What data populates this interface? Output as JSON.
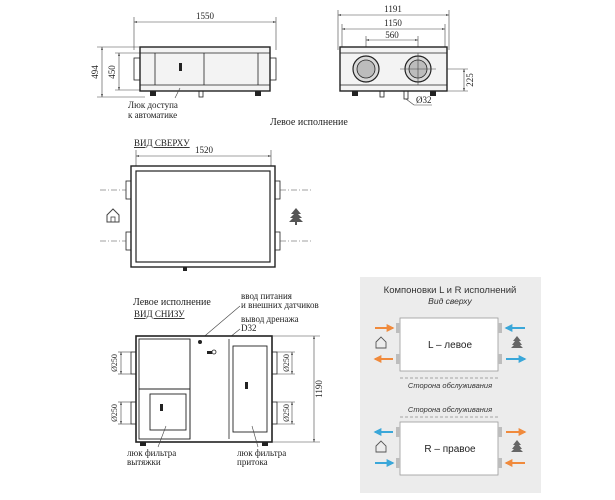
{
  "front": {
    "width": "1550",
    "height_total": "494",
    "height_body": "450",
    "hatch_label_l1": "Люк доступа",
    "hatch_label_l2": "к автоматике"
  },
  "side": {
    "width_total": "1191",
    "width_body": "1150",
    "spigot_span": "560",
    "spigot_height": "225",
    "drain_diameter": "Ø32"
  },
  "caption_left_variant_1": "Левое исполнение",
  "top_view": {
    "title": "ВИД СВЕРХУ",
    "width": "1520"
  },
  "bottom_view": {
    "variant": "Левое исполнение",
    "title": "ВИД СНИЗУ",
    "power_label_l1": "ввод питания",
    "power_label_l2": "и внешних датчиков",
    "drain_label_l1": "вывод дренажа",
    "drain_label_l2": "D32",
    "dia_top_left": "Ø250",
    "dia_bottom_left": "Ø250",
    "dia_top_right": "Ø250",
    "dia_bottom_right": "Ø250",
    "depth": "1190",
    "exhaust_filter_l1": "люк фильтра",
    "exhaust_filter_l2": "вытяжки",
    "supply_filter_l1": "люк фильтра",
    "supply_filter_l2": "притока"
  },
  "layouts": {
    "title": "Компоновки L и R исполнений",
    "subtitle": "Вид сверху",
    "left_label": "L – левое",
    "right_label": "R – правое",
    "service_side_1": "Сторона обслуживания",
    "service_side_2": "Сторона обслуживания",
    "colors": {
      "supply": "#f08a3c",
      "exhaust": "#3aa7d9",
      "panel": "#ececec",
      "unit": "#ffffff"
    }
  }
}
